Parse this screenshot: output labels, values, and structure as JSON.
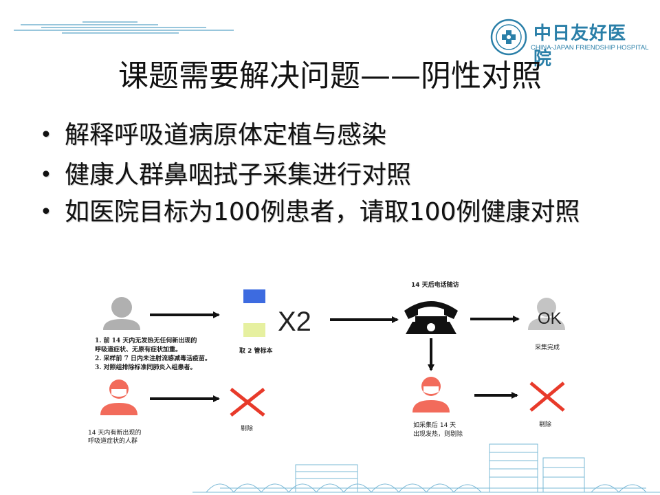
{
  "logo": {
    "name_cn": "中日友好医院",
    "name_en": "CHINA-JAPAN FRIENDSHIP HOSPITAL"
  },
  "title": "课题需要解决问题——阴性对照",
  "bullets": [
    "解释呼吸道病原体定植与感染",
    "健康人群鼻咽拭子采集进行对照",
    "如医院目标为100例患者，请取100例健康对照"
  ],
  "diagram": {
    "criteria": [
      "1.   前 14 天内无发热无任何新出现的",
      "      呼吸道症状、无原有症状加重。",
      "2.   采样前 7 日内未注射流感减毒活疫苗。",
      "3.   对照组排除标准同肺炎入组患者。"
    ],
    "tubes_label": "取 2 管标本",
    "multiplier": "X2",
    "phone_label": "14 天后电话随访",
    "ok_text": "OK",
    "collection_done": "采集完成",
    "symptom_person_label_1": "14 天内有新出现的",
    "symptom_person_label_2": "呼吸道症状的人群",
    "remove_label_1": "剔除",
    "fever_label_1": "如采集后  14 天",
    "fever_label_2": "出现发热，则剔除",
    "remove_label_2": "剔除",
    "colors": {
      "tube_blue": "#3d6be0",
      "tube_yellow": "#e6f0a0",
      "person_gray": "#b0b0b0",
      "person_red": "#f26b5b",
      "cross_red": "#e83a2a",
      "brand_blue": "#2a7fa8"
    }
  }
}
